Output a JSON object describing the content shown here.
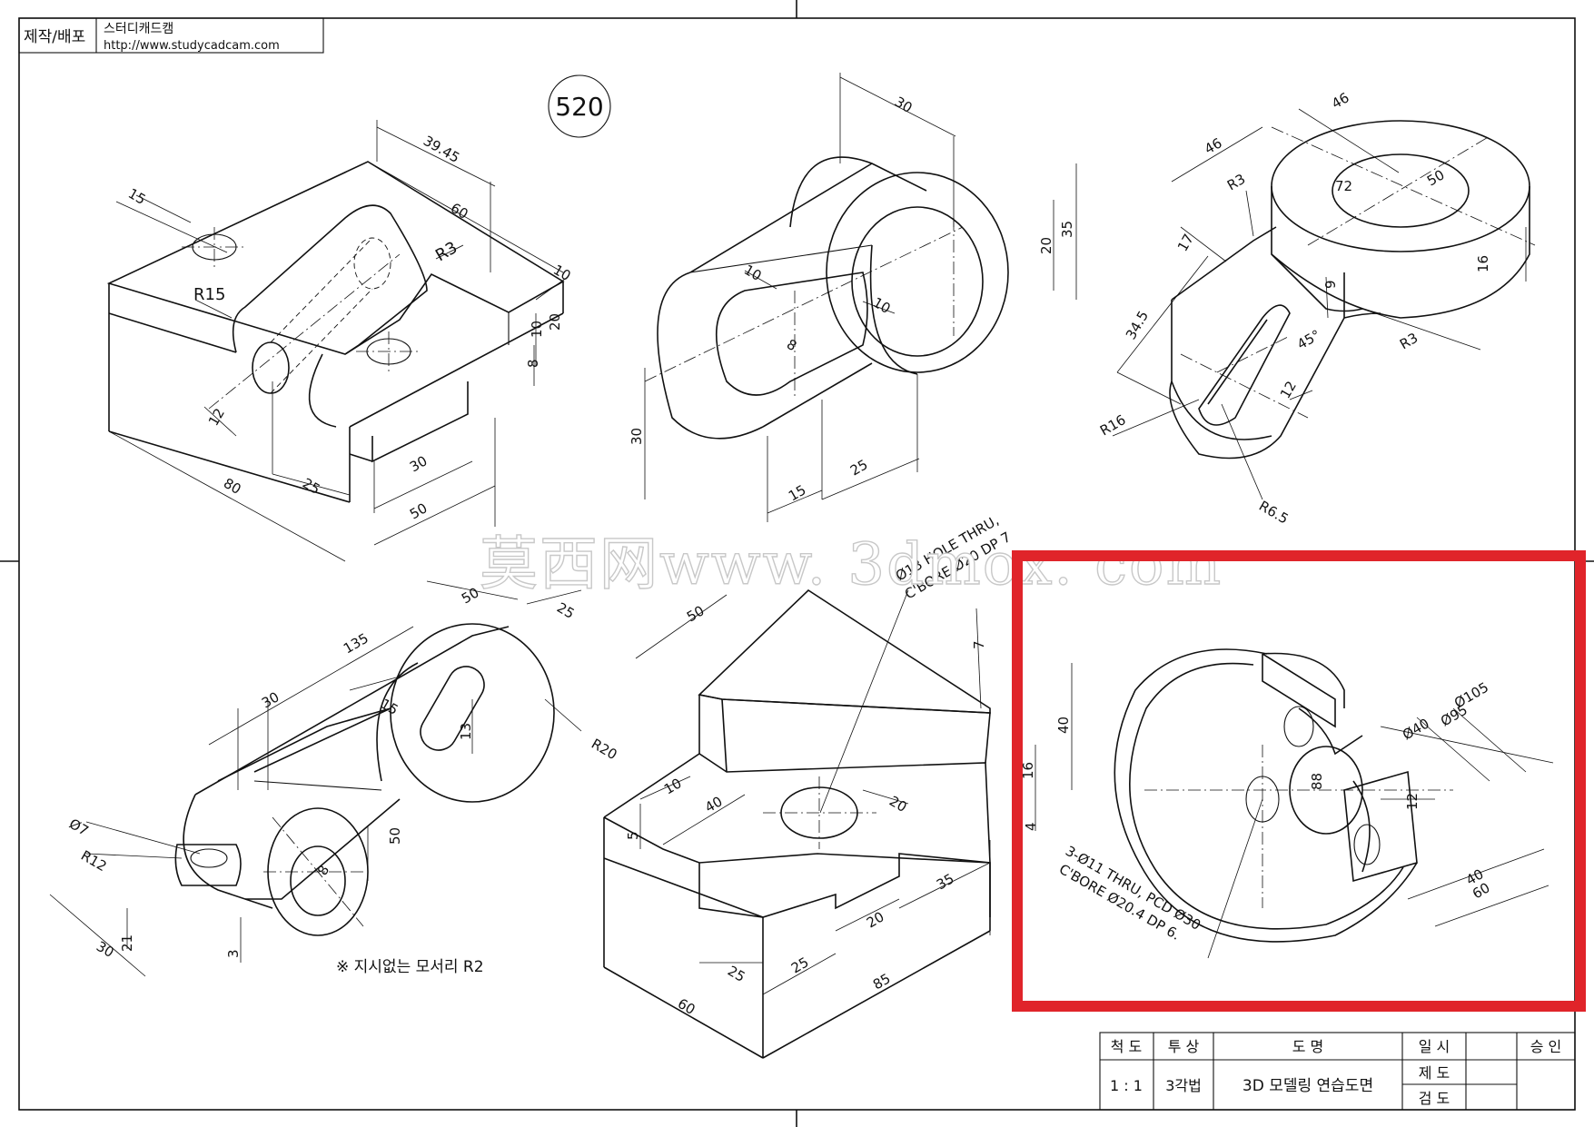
{
  "header": {
    "label": "제작/배포",
    "company": "스터디캐드캠",
    "url": "http://www.studycadcam.com"
  },
  "drawing_number": "520",
  "note": "※ 지시없는 모서리 R2",
  "watermark": "莫西网www. 3dmox. com",
  "title_block": {
    "scale_header": "척 도",
    "projection_header": "투 상",
    "title_header": "도 명",
    "date_header": "일 시",
    "approval_header": "승 인",
    "scale_value": "1 : 1",
    "projection_value": "3각법",
    "title_value": "3D 모델링 연습도면",
    "drawn_label": "제 도",
    "checked_label": "검 도"
  },
  "highlight_color": "#e0242a",
  "parts": {
    "part1": {
      "dims": [
        "39.45",
        "60",
        "10",
        "15",
        "R15",
        "R3",
        "10",
        "20",
        "8",
        "12",
        "80",
        "25",
        "30",
        "50"
      ]
    },
    "part2": {
      "dims": [
        "30",
        "35",
        "20",
        "10",
        "10",
        "8",
        "30",
        "15",
        "25"
      ]
    },
    "part3": {
      "dims": [
        "46",
        "46",
        "R3",
        "72",
        "50",
        "16",
        "17",
        "9",
        "34.5",
        "45°",
        "12",
        "R3",
        "R16",
        "R6.5"
      ]
    },
    "part4": {
      "dims": [
        "135",
        "50",
        "25",
        "30",
        "15",
        "13",
        "R20",
        "Ø7",
        "R12",
        "8",
        "50",
        "21",
        "30",
        "3"
      ]
    },
    "part5": {
      "dims": [
        "50",
        "7",
        "40",
        "16",
        "4",
        "10",
        "40",
        "20",
        "5",
        "35",
        "20",
        "25",
        "25",
        "60",
        "85"
      ],
      "hole_note": [
        "Ø13 HOLE THRU,",
        "C'BORE Ø20 DP 7"
      ]
    },
    "part6": {
      "dims": [
        "Ø105",
        "Ø95",
        "Ø40",
        "12",
        "40",
        "60",
        "88"
      ],
      "hole_note": [
        "3-Ø11 THRU, PCD Ø30",
        "C'BORE Ø20.4 DP 6."
      ]
    }
  }
}
